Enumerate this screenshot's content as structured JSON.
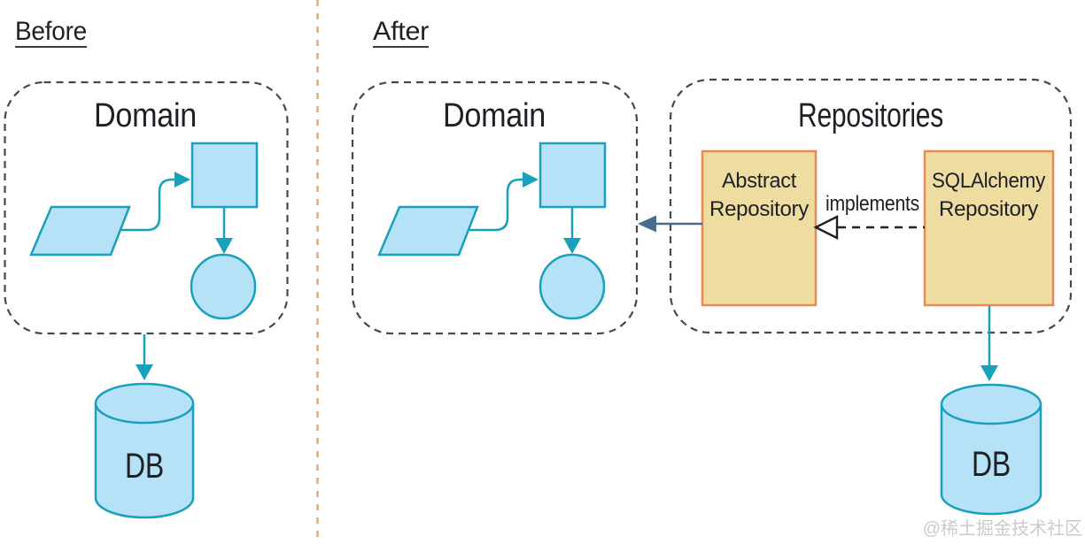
{
  "sections": {
    "before": {
      "title": "Before",
      "domain_title": "Domain",
      "db_label": "DB"
    },
    "after": {
      "title": "After",
      "domain_title": "Domain",
      "repositories": {
        "title": "Repositories",
        "abstract_repository": {
          "line1": "Abstract",
          "line2": "Repository"
        },
        "sqlalchemy_repository": {
          "line1": "SQLAlchemy",
          "line2": "Repository"
        },
        "implements_label": "implements"
      },
      "db_label": "DB"
    }
  },
  "watermark": {
    "text": "@稀土掘金技术社区"
  },
  "colors": {
    "background": "#ffffff",
    "shape_fill": "#b6e2f8",
    "shape_stroke": "#18a0bc",
    "repo_fill": "#efdca0",
    "repo_stroke": "#ea8950",
    "dashed_border": "#3e4a54",
    "divider_orange": "#f3a75f",
    "domain_arrow_slate": "#4a6b8d",
    "implements_arrow": "#1d2125",
    "text": "#1d2125",
    "watermark_gray": "#c9cbcc"
  }
}
